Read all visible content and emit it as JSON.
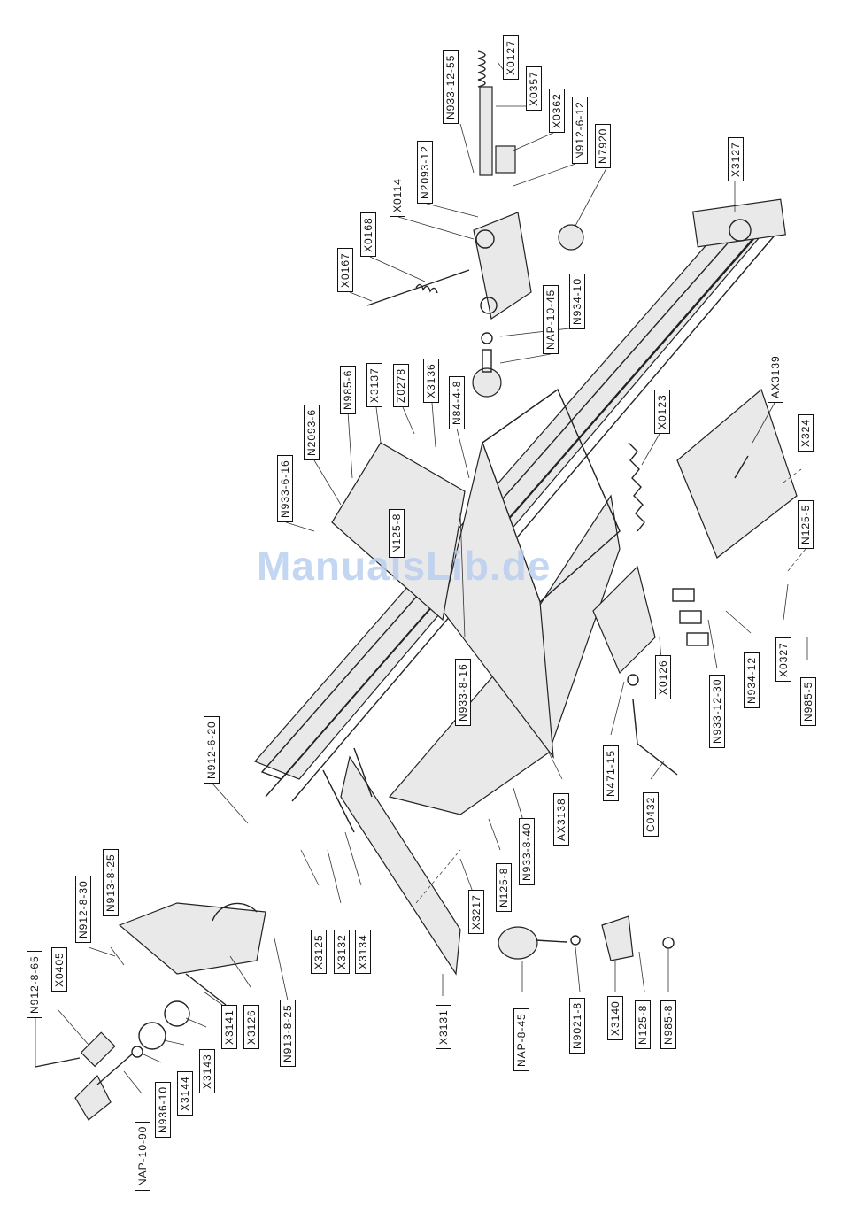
{
  "watermark": "ManualsLib.de",
  "labels": {
    "X0127": "X0127",
    "N933_12_55": "N933-12-55",
    "X0357": "X0357",
    "X0362": "X0362",
    "N912_6_12": "N912-6-12",
    "N7920": "N7920",
    "N2093_12": "N2093-12",
    "X0114": "X0114",
    "X0168": "X0168",
    "X0167": "X0167",
    "X3127": "X3127",
    "NAP_10_45": "NAP-10-45",
    "N934_10": "N934-10",
    "Z0278": "Z0278",
    "X3136": "X3136",
    "N84_4_8": "N84-4-8",
    "X3137": "X3137",
    "N985_6": "N985-6",
    "N2093_6": "N2093-6",
    "N933_6_16": "N933-6-16",
    "AX3139": "AX3139",
    "X0123": "X0123",
    "X324": "X324",
    "N125_5": "N125-5",
    "N125_8_a": "N125-8",
    "N933_8_16": "N933-8-16",
    "X0327": "X0327",
    "N985_5": "N985-5",
    "N934_12": "N934-12",
    "N933_12_30": "N933-12-30",
    "X0126": "X0126",
    "N471_15": "N471-15",
    "C0432": "C0432",
    "AX3138": "AX3138",
    "N912_6_20": "N912-6-20",
    "N933_8_40": "N933-8-40",
    "N125_8_b": "N125-8",
    "X3217": "X3217",
    "N912_8_30": "N912-8-30",
    "N913_8_25_a": "N913-8-25",
    "N912_8_65": "N912-8-65",
    "X0405": "X0405",
    "X3125": "X3125",
    "X3132": "X3132",
    "X3134": "X3134",
    "X3126": "X3126",
    "X3141": "X3141",
    "X3143": "X3143",
    "N913_8_25_b": "N913-8-25",
    "X3144": "X3144",
    "N936_10": "N936-10",
    "NAP_10_90": "NAP-10-90",
    "X3131": "X3131",
    "NAP_8_45": "NAP-8-45",
    "N9021_8": "N9021-8",
    "X3140": "X3140",
    "N125_8_c": "N125-8",
    "N985_8": "N985-8"
  }
}
